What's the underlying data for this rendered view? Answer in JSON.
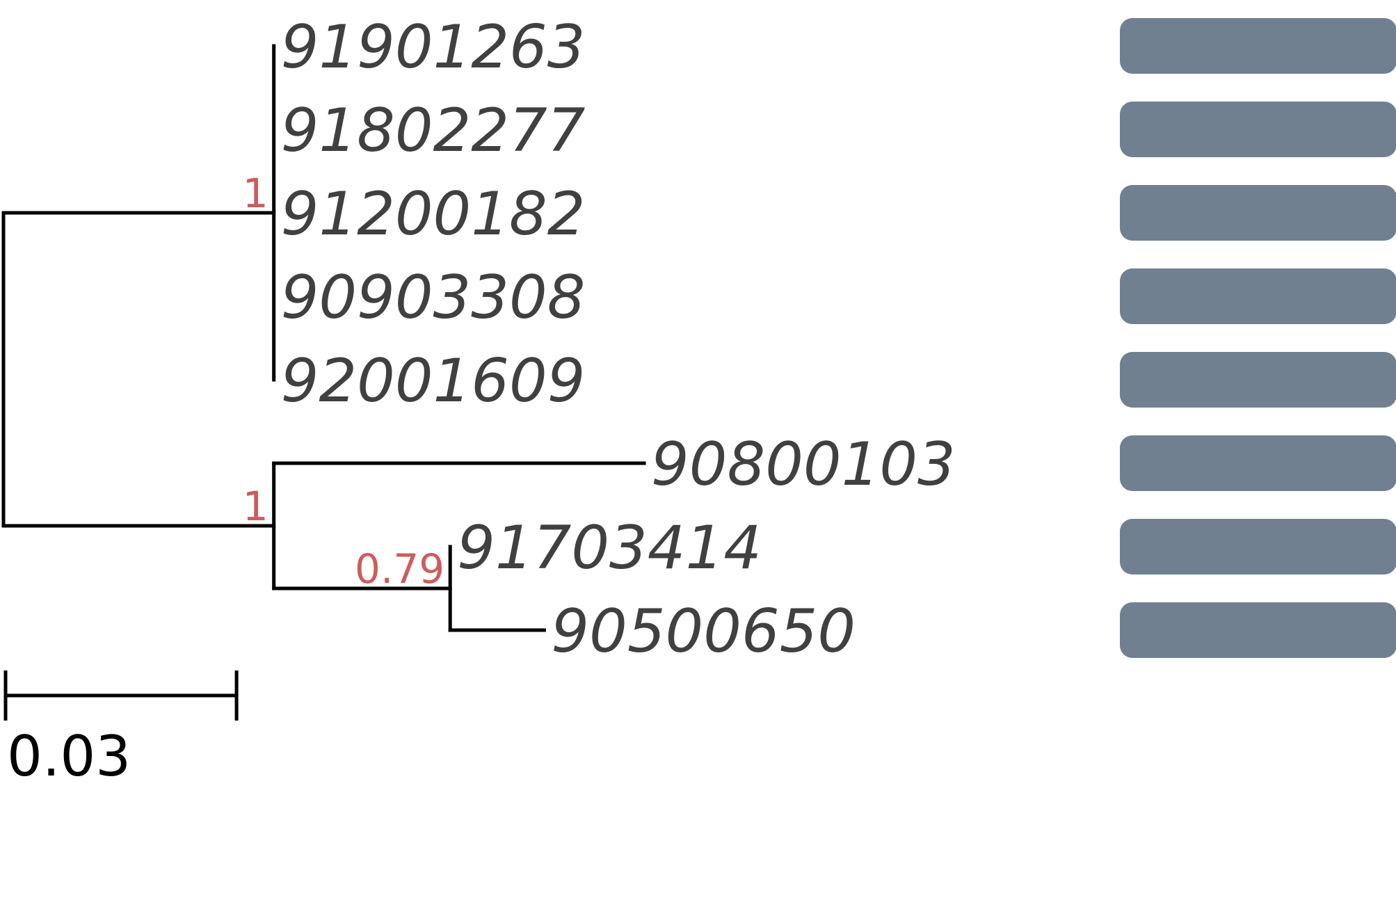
{
  "tree": {
    "colors": {
      "branch": "#000000",
      "leaf_text": "#404040",
      "support_text": "#cd5c5c",
      "track_box": "#708090"
    },
    "root": {
      "children": [
        {
          "support": "1",
          "length": 0.046,
          "children": [
            {
              "name": "91901263",
              "length": 0.0
            },
            {
              "name": "91802277",
              "length": 0.0
            },
            {
              "name": "91200182",
              "length": 0.0
            },
            {
              "name": "90903308",
              "length": 0.0
            },
            {
              "name": "92001609",
              "length": 0.0
            }
          ]
        },
        {
          "support": "1",
          "length": 0.046,
          "children": [
            {
              "name": "90800103",
              "length": 0.063
            },
            {
              "support": "0.79",
              "length": 0.03,
              "children": [
                {
                  "name": "91703414",
                  "length": 0.0
                },
                {
                  "name": "90500650",
                  "length": 0.016
                }
              ]
            }
          ]
        }
      ]
    },
    "scale_bar": {
      "value": 0.03,
      "label": "0.03"
    }
  }
}
